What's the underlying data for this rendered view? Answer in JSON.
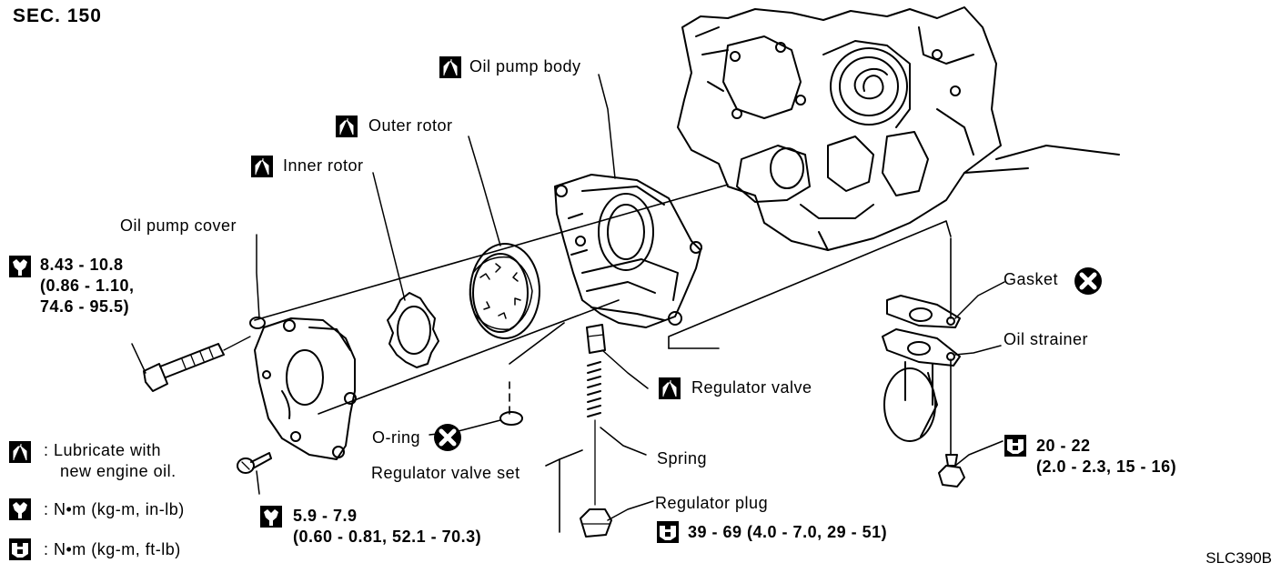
{
  "section_title": "SEC. 150",
  "figure_code": "SLC390B",
  "parts": {
    "oil_pump_body": "Oil pump body",
    "outer_rotor": "Outer rotor",
    "inner_rotor": "Inner rotor",
    "oil_pump_cover": "Oil pump cover",
    "gasket": "Gasket",
    "oil_strainer": "Oil strainer",
    "regulator_valve": "Regulator valve",
    "o_ring": "O-ring",
    "spring": "Spring",
    "regulator_valve_set": "Regulator valve set",
    "regulator_plug": "Regulator plug"
  },
  "torques": {
    "cover_bolt": [
      "8.43 - 10.8",
      "(0.86 - 1.10,",
      "74.6 - 95.5)"
    ],
    "cover_screw": [
      "5.9 - 7.9",
      "(0.60 - 0.81, 52.1 - 70.3)"
    ],
    "strainer_bolt": [
      "20 - 22",
      "(2.0 - 2.3, 15 - 16)"
    ],
    "regulator_plug": "39 - 69 (4.0 - 7.0, 29 - 51)"
  },
  "legend": {
    "lubricate_line1": ": Lubricate with",
    "lubricate_line2": "new engine oil.",
    "nm_inlb": ": N•m (kg-m, in-lb)",
    "nm_ftlb": ": N•m (kg-m, ft-lb)"
  },
  "icons": {
    "oil": "oil-can-icon",
    "torque_inlb": "torque-wrench-inlb-icon",
    "torque_ftlb": "torque-wrench-ftlb-icon",
    "replace": "replace-x-icon"
  }
}
